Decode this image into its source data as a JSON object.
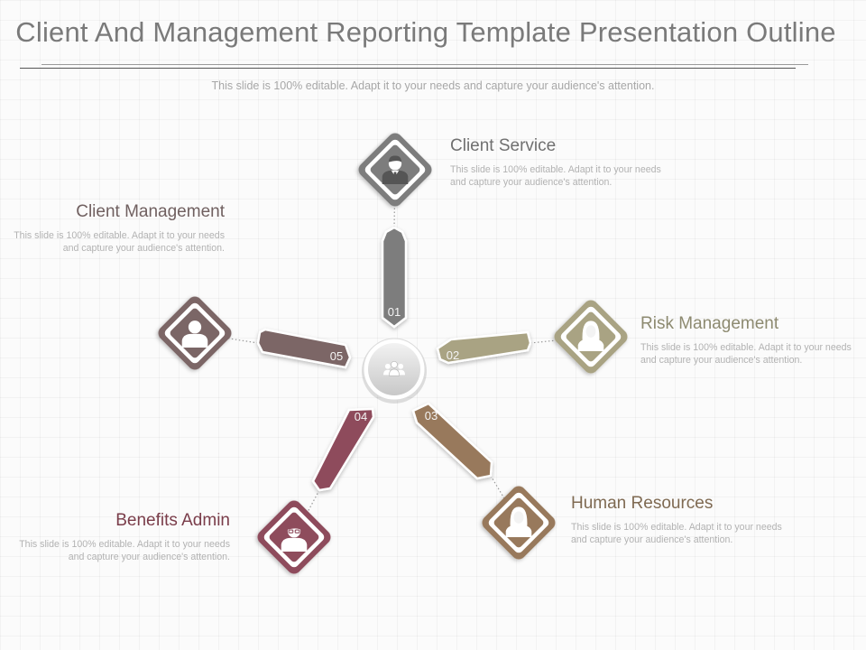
{
  "slide": {
    "title": "Client And Management Reporting Template Presentation Outline",
    "subtitle": "This slide is 100% editable. Adapt it to your needs and capture your audience's attention."
  },
  "hub": {
    "icon": "team-icon"
  },
  "items": [
    {
      "number": "01",
      "title": "Client Service",
      "text": "This slide is 100% editable. Adapt it to your needs and capture your audience's attention.",
      "icon": "businessman-icon",
      "color": "#7d7d7d"
    },
    {
      "number": "02",
      "title": "Risk Management",
      "text": "This slide is 100% editable. Adapt it to your needs and capture your audience's attention.",
      "icon": "woman-icon",
      "color": "#a9a383"
    },
    {
      "number": "03",
      "title": "Human  Resources",
      "text": "This slide is 100% editable. Adapt it to your needs and capture your audience's attention.",
      "icon": "woman-icon",
      "color": "#98795c"
    },
    {
      "number": "04",
      "title": "Benefits Admin",
      "text": "This slide is 100% editable. Adapt it to your needs and capture your audience's attention.",
      "icon": "man-with-glasses-icon",
      "color": "#8e4c5c"
    },
    {
      "number": "05",
      "title": "Client Management",
      "text": "This slide is 100% editable. Adapt it to your needs and capture your audience's attention.",
      "icon": "man-icon",
      "color": "#7b6666"
    }
  ]
}
